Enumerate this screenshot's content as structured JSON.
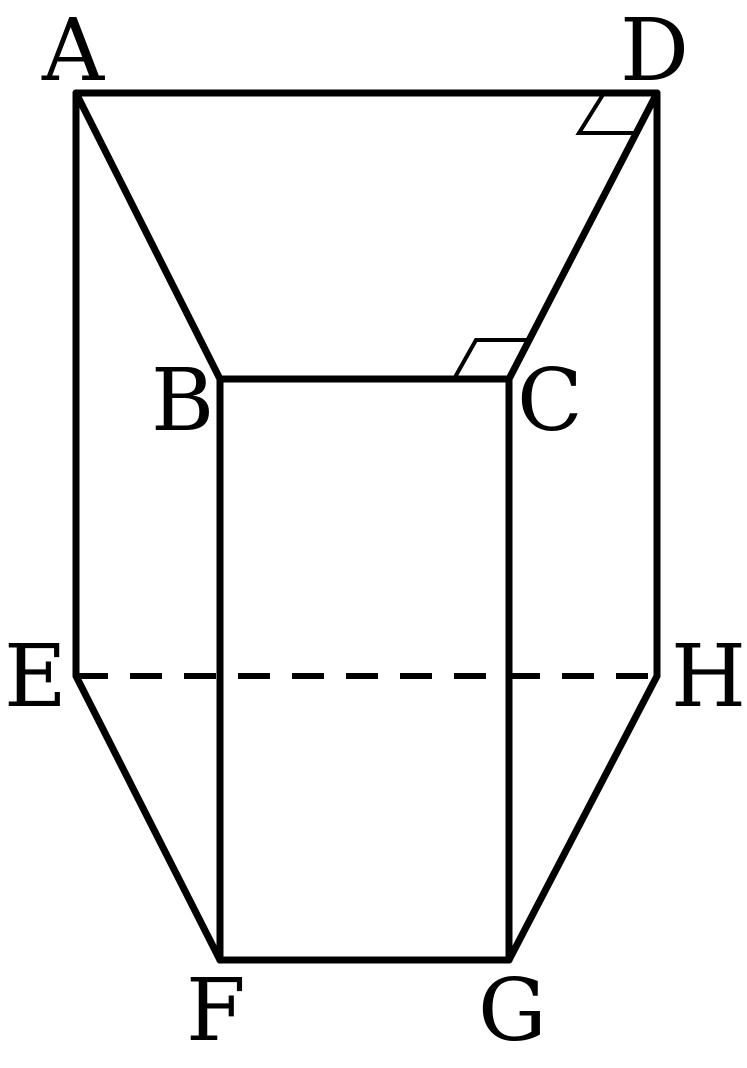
{
  "vertices": {
    "A": "A",
    "B": "B",
    "C": "C",
    "D": "D",
    "E": "E",
    "F": "F",
    "G": "G",
    "H": "H"
  },
  "edges": {
    "solid": [
      "AD",
      "AB",
      "DC",
      "BC",
      "AE",
      "DH",
      "BF",
      "CG",
      "EF",
      "HG",
      "FG"
    ],
    "dashed": [
      "EH"
    ]
  },
  "right_angle_marks": [
    "D",
    "C"
  ],
  "colors": {
    "stroke": "#000000",
    "background": "#ffffff"
  }
}
